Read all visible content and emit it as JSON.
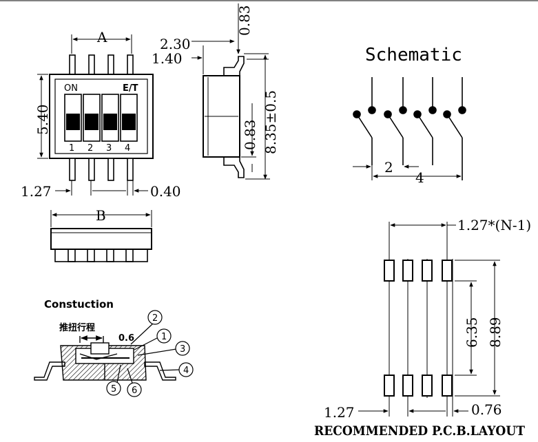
{
  "front": {
    "dim_a": "A",
    "dim_width": "5.40",
    "on_label": "ON",
    "brand_label": "E/T",
    "switch_numbers": [
      "1",
      "2",
      "3",
      "4"
    ],
    "dim_pitch": "1.27",
    "dim_pin_width": "0.40"
  },
  "side": {
    "dim_top_lead": "0.83",
    "dim_lead_span": "2.30",
    "dim_lead_length": "1.40",
    "dim_height": "8.35±0.5",
    "dim_bottom_lead": "0.83"
  },
  "bottom": {
    "dim_b": "B"
  },
  "schematic": {
    "title": "Schematic",
    "num_a": "2",
    "num_b": "4"
  },
  "construction": {
    "title": "Constuction",
    "travel_label": "推扭行程",
    "travel_value": "0.6",
    "callouts": [
      "2",
      "1",
      "3",
      "4",
      "5",
      "6"
    ]
  },
  "pcb": {
    "dim_pitch_n": "1.27*(N-1)",
    "dim_inner": "6.35",
    "dim_outer": "8.89",
    "dim_pitch": "1.27",
    "dim_pad_width": "0.76",
    "title": "RECOMMENDED P.C.B.LAYOUT"
  }
}
